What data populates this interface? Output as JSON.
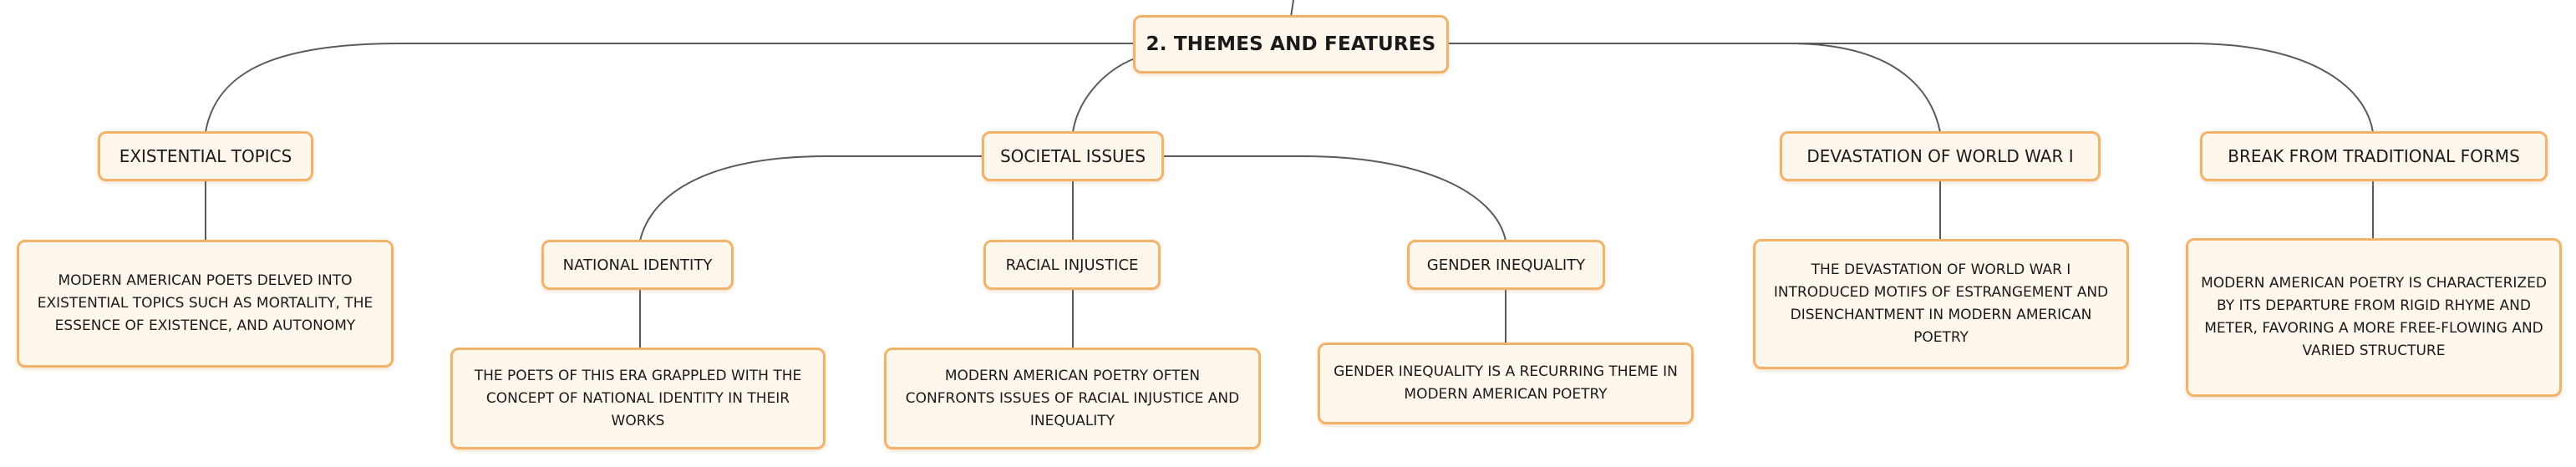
{
  "root": {
    "label": "2. THEMES AND FEATURES"
  },
  "topics": {
    "existential": {
      "label": "EXISTENTIAL TOPICS",
      "description": "MODERN AMERICAN POETS DELVED INTO EXISTENTIAL TOPICS SUCH AS MORTALITY, THE ESSENCE OF EXISTENCE, AND AUTONOMY"
    },
    "societal": {
      "label": "SOCIETAL ISSUES",
      "children": {
        "national": {
          "label": "NATIONAL IDENTITY",
          "description": "THE POETS OF THIS ERA GRAPPLED WITH THE CONCEPT OF NATIONAL IDENTITY IN THEIR WORKS"
        },
        "racial": {
          "label": "RACIAL INJUSTICE",
          "description": "MODERN AMERICAN POETRY OFTEN CONFRONTS ISSUES OF RACIAL INJUSTICE AND INEQUALITY"
        },
        "gender": {
          "label": "GENDER INEQUALITY",
          "description": "GENDER INEQUALITY IS A RECURRING THEME IN MODERN AMERICAN POETRY"
        }
      }
    },
    "ww1": {
      "label": "DEVASTATION OF WORLD WAR I",
      "description": "THE DEVASTATION OF WORLD WAR I INTRODUCED MOTIFS OF ESTRANGEMENT AND DISENCHANTMENT IN MODERN AMERICAN POETRY"
    },
    "forms": {
      "label": "BREAK FROM TRADITIONAL FORMS",
      "description": "MODERN AMERICAN POETRY IS CHARACTERIZED BY ITS DEPARTURE FROM RIGID RHYME AND METER, FAVORING A MORE FREE-FLOWING AND VARIED STRUCTURE"
    }
  }
}
